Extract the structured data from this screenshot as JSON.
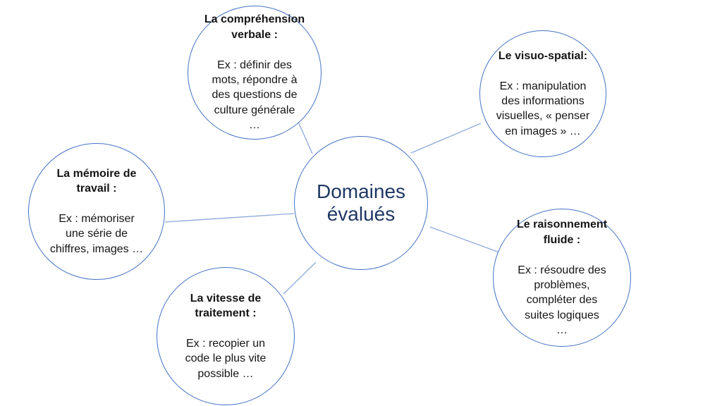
{
  "diagram": {
    "center": {
      "label": "Domaines\névalués"
    },
    "nodes": [
      {
        "id": "comprehension-verbale",
        "title": "La compréhension\nverbale :",
        "body": "Ex : définir des\nmots, répondre à\ndes questions de\nculture générale\n…"
      },
      {
        "id": "visuo-spatial",
        "title": "Le visuo-spatial:",
        "body": "Ex : manipulation\ndes informations\nvisuelles, « penser\nen images » …"
      },
      {
        "id": "memoire-de-travail",
        "title": "La mémoire de\ntravail :",
        "body": "Ex : mémoriser\nune série de\nchiffres, images …"
      },
      {
        "id": "raisonnement-fluide",
        "title": "Le raisonnement\nfluide :",
        "body": "Ex : résoudre des\nproblèmes,\ncompléter des\nsuites logiques\n…"
      },
      {
        "id": "vitesse-de-traitement",
        "title": "La vitesse de\ntraitement :",
        "body": "Ex : recopier un\ncode le plus vite\npossible …"
      }
    ],
    "colors": {
      "circle_border": "#4472C4",
      "connector_line": "#8FAADC",
      "center_text": "#1F3864",
      "node_text": "#151515",
      "background": "#FFFFFF"
    }
  }
}
